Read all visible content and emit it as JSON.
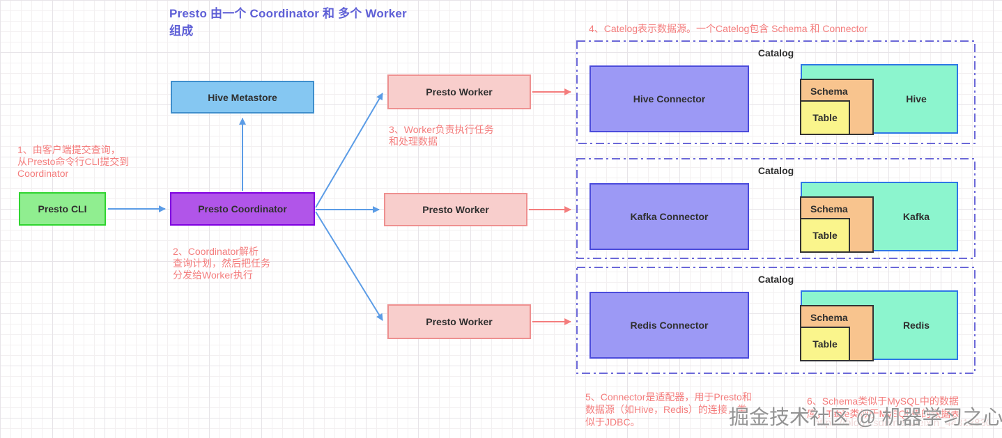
{
  "title": {
    "text": "Presto 由一个 Coordinator 和 多个 Worker 组成",
    "color": "#5e5fd6"
  },
  "nodes": {
    "presto_cli": "Presto CLI",
    "hive_metastore": "Hive Metastore",
    "coordinator": "Presto Coordinator",
    "workers": [
      "Presto Worker",
      "Presto Worker",
      "Presto Worker"
    ]
  },
  "catalogs": [
    {
      "label": "Catalog",
      "connector": "Hive Connector",
      "source": "Hive",
      "schema": "Schema",
      "table": "Table"
    },
    {
      "label": "Catalog",
      "connector": "Kafka Connector",
      "source": "Kafka",
      "schema": "Schema",
      "table": "Table"
    },
    {
      "label": "Catalog",
      "connector": "Redis Connector",
      "source": "Redis",
      "schema": "Schema",
      "table": "Table"
    }
  ],
  "notes": [
    {
      "lines": [
        "1、由客户端提交查询，",
        "从Presto命令行CLI提交到",
        "Coordinator"
      ]
    },
    {
      "lines": [
        "2、Coordinator解析",
        "查询计划，然后把任务",
        "分发给Worker执行"
      ]
    },
    {
      "lines": [
        "3、Worker负责执行任务",
        "和处理数据"
      ]
    },
    {
      "lines": [
        "4、Catelog表示数据源。一个Catelog包含 Schema 和 Connector"
      ]
    },
    {
      "lines": [
        "5、Connector是适配器，用于Presto和",
        "数据源（如Hive，Redis）的连接，类",
        "似于JDBC。"
      ]
    },
    {
      "lines": [
        "6、Schema类似于MySQL中的数据",
        "库，Table类似于MySQL中的数据表"
      ]
    }
  ],
  "watermark": {
    "text": "掘金技术社区 @ 机器学习之心AI",
    "url": "https://blog.csdn.net/weixin_44318830"
  },
  "colors": {
    "title_text": "#5e5fd6",
    "note_text": "#f47d7d",
    "cli_fill": "#90ee90",
    "cli_border": "#2fd42f",
    "metastore_fill": "#85c7f2",
    "metastore_border": "#3e8ecc",
    "coordinator_fill": "#b155e9",
    "coordinator_border": "#7f00e0",
    "worker_fill": "#f8cecc",
    "worker_border": "#ee9090",
    "connector_fill": "#9c99f5",
    "connector_border": "#4b4bdb",
    "source_fill": "#8cf5ce",
    "source_border": "#2e77e6",
    "schema_fill": "#f8c48e",
    "table_fill": "#faf58c",
    "catalog_border": "#6b68d8",
    "arrow_blue": "#5b9ce6",
    "arrow_red": "#f47d7d"
  }
}
